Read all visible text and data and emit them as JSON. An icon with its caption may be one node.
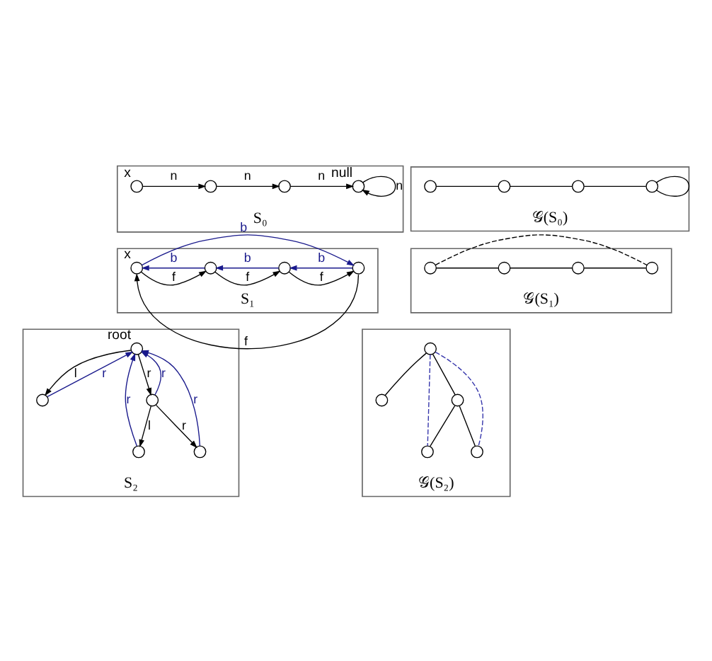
{
  "diagram": {
    "nodes": [
      {
        "text": [
          "S₀"
        ]
      },
      {
        "text": [],
        "shape": "circle",
        "in": 0,
        "beside": [
          "x"
        ]
      },
      {
        "text": [],
        "shape": "circle",
        "in": 0
      },
      {
        "text": [],
        "shape": "circle",
        "in": 0
      },
      {
        "text": [],
        "shape": "circle",
        "in": 0,
        "beside": [
          "null"
        ]
      },
      {
        "text": [
          "𝒢(S₀)"
        ]
      },
      {
        "text": [],
        "shape": "circle",
        "in": 5
      },
      {
        "text": [],
        "shape": "circle",
        "in": 5
      },
      {
        "text": [],
        "shape": "circle",
        "in": 5
      },
      {
        "text": [],
        "shape": "circle",
        "in": 5
      },
      {
        "text": [
          "S₁"
        ]
      },
      {
        "text": [],
        "shape": "circle",
        "in": 10,
        "beside": [
          "x"
        ]
      },
      {
        "text": [],
        "shape": "circle",
        "in": 10
      },
      {
        "text": [],
        "shape": "circle",
        "in": 10
      },
      {
        "text": [],
        "shape": "circle",
        "in": 10
      },
      {
        "text": [
          "𝒢(S₁)"
        ]
      },
      {
        "text": [],
        "shape": "circle",
        "in": 15
      },
      {
        "text": [],
        "shape": "circle",
        "in": 15
      },
      {
        "text": [],
        "shape": "circle",
        "in": 15
      },
      {
        "text": [],
        "shape": "circle",
        "in": 15
      },
      {
        "text": [
          "S₂"
        ]
      },
      {
        "text": [],
        "shape": "circle",
        "in": 20,
        "beside": [
          "root"
        ]
      },
      {
        "text": [],
        "shape": "circle",
        "in": 20
      },
      {
        "text": [],
        "shape": "circle",
        "in": 20
      },
      {
        "text": [],
        "shape": "circle",
        "in": 20
      },
      {
        "text": [],
        "shape": "circle",
        "in": 20
      },
      {
        "text": [
          "𝒢(S₂)"
        ]
      },
      {
        "text": [],
        "shape": "circle",
        "in": 26
      },
      {
        "text": [],
        "shape": "circle",
        "in": 26
      },
      {
        "text": [],
        "shape": "circle",
        "in": 26
      },
      {
        "text": [],
        "shape": "circle",
        "in": 26
      },
      {
        "text": [],
        "shape": "circle",
        "in": 26
      }
    ],
    "edges": [
      {
        "from": 1,
        "to": 2,
        "arrow": "to",
        "label": "n"
      },
      {
        "from": 2,
        "to": 3,
        "arrow": "to",
        "label": "n"
      },
      {
        "from": 3,
        "to": 4,
        "arrow": "to",
        "label": "n"
      },
      {
        "from": 4,
        "to": 4,
        "arrow": "to",
        "label": "n"
      },
      {
        "from": 6,
        "to": 7,
        "arrow": "none"
      },
      {
        "from": 7,
        "to": 8,
        "arrow": "none"
      },
      {
        "from": 8,
        "to": 9,
        "arrow": "none"
      },
      {
        "from": 9,
        "to": 9,
        "arrow": "none"
      },
      {
        "from": 11,
        "to": 12,
        "arrow": "to",
        "label": "f"
      },
      {
        "from": 12,
        "to": 13,
        "arrow": "to",
        "label": "f"
      },
      {
        "from": 13,
        "to": 14,
        "arrow": "to",
        "label": "f"
      },
      {
        "from": 12,
        "to": 11,
        "arrow": "to",
        "label": "b",
        "color": "#1a1a8c"
      },
      {
        "from": 13,
        "to": 12,
        "arrow": "to",
        "label": "b",
        "color": "#1a1a8c"
      },
      {
        "from": 14,
        "to": 13,
        "arrow": "to",
        "label": "b",
        "color": "#1a1a8c"
      },
      {
        "from": 11,
        "to": 14,
        "arrow": "to",
        "label": "b",
        "color": "#1a1a8c"
      },
      {
        "from": 14,
        "to": 11,
        "arrow": "to",
        "label": "f"
      },
      {
        "from": 16,
        "to": 17,
        "arrow": "none"
      },
      {
        "from": 17,
        "to": 18,
        "arrow": "none"
      },
      {
        "from": 18,
        "to": 19,
        "arrow": "none"
      },
      {
        "from": 16,
        "to": 19,
        "arrow": "none",
        "style": "dashed"
      },
      {
        "from": 21,
        "to": 22,
        "arrow": "to",
        "label": "l"
      },
      {
        "from": 21,
        "to": 23,
        "arrow": "to",
        "label": "r"
      },
      {
        "from": 23,
        "to": 24,
        "arrow": "to",
        "label": "l"
      },
      {
        "from": 23,
        "to": 25,
        "arrow": "to",
        "label": "r"
      },
      {
        "from": 22,
        "to": 21,
        "arrow": "to",
        "label": "r",
        "color": "#1a1a8c"
      },
      {
        "from": 23,
        "to": 21,
        "arrow": "to",
        "label": "r",
        "color": "#1a1a8c"
      },
      {
        "from": 24,
        "to": 21,
        "arrow": "to",
        "label": "r",
        "color": "#1a1a8c"
      },
      {
        "from": 25,
        "to": 21,
        "arrow": "to",
        "label": "r",
        "color": "#1a1a8c"
      },
      {
        "from": 27,
        "to": 28,
        "arrow": "none"
      },
      {
        "from": 27,
        "to": 29,
        "arrow": "none"
      },
      {
        "from": 29,
        "to": 30,
        "arrow": "none"
      },
      {
        "from": 29,
        "to": 31,
        "arrow": "none"
      },
      {
        "from": 27,
        "to": 30,
        "arrow": "none",
        "style": "dashed",
        "color": "#3333aa"
      },
      {
        "from": 27,
        "to": 31,
        "arrow": "none",
        "style": "dashed",
        "color": "#3333aa"
      }
    ]
  }
}
